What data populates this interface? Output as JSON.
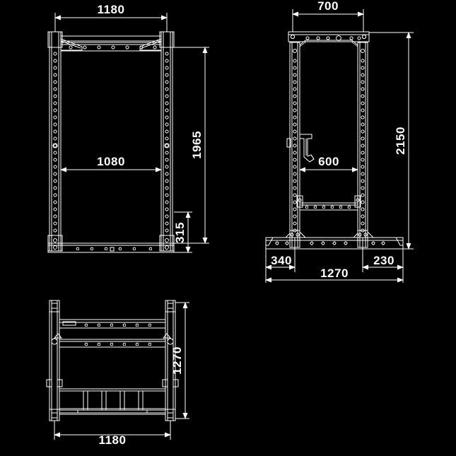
{
  "drawing": {
    "title": "Power Rack Technical Drawing",
    "background_color": "#000000",
    "line_color": "#ffffff",
    "units": "mm"
  },
  "views": {
    "front": {
      "name": "front-elevation",
      "dimensions": {
        "overall_width": "1180",
        "inner_width": "1080",
        "upper_height": "1965",
        "base_height": "315"
      }
    },
    "side": {
      "name": "side-elevation",
      "dimensions": {
        "top_width": "700",
        "overall_height": "2150",
        "shelf_width": "600",
        "foot_front": "340",
        "foot_rear": "230",
        "base_length": "1270"
      }
    },
    "top": {
      "name": "top-plan",
      "dimensions": {
        "depth": "1270",
        "width": "1180"
      }
    }
  },
  "labels": {
    "d_1180_front": "1180",
    "d_1080": "1080",
    "d_1965": "1965",
    "d_315": "315",
    "d_700": "700",
    "d_2150": "2150",
    "d_600": "600",
    "d_340": "340",
    "d_230": "230",
    "d_1270_side": "1270",
    "d_1270_top": "1270",
    "d_1180_top": "1180"
  }
}
